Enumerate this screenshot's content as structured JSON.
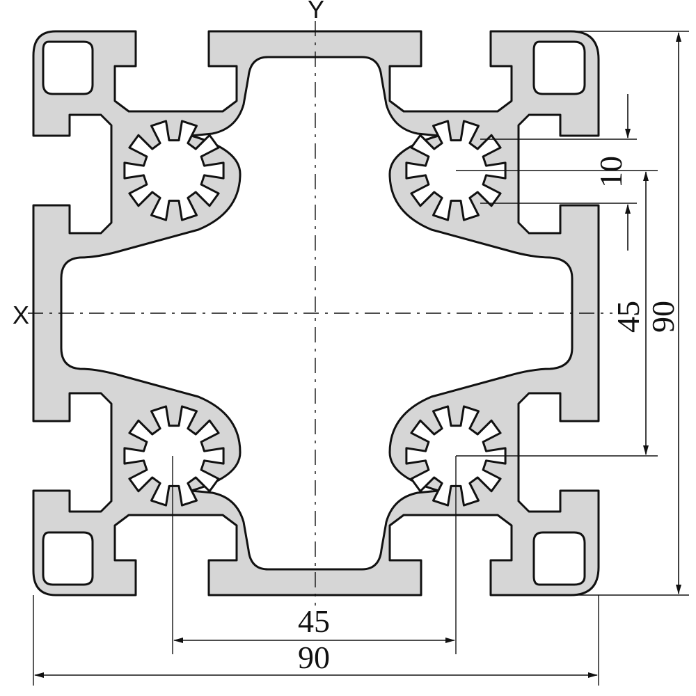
{
  "colors": {
    "metal": "#d6d6d6",
    "outline": "#111111"
  },
  "axes": {
    "x_label": "X",
    "y_label": "Y"
  },
  "dimensions": {
    "bottom_inner": "45",
    "bottom_outer": "90",
    "right_slot": "10",
    "right_inner": "45",
    "right_outer": "90"
  }
}
